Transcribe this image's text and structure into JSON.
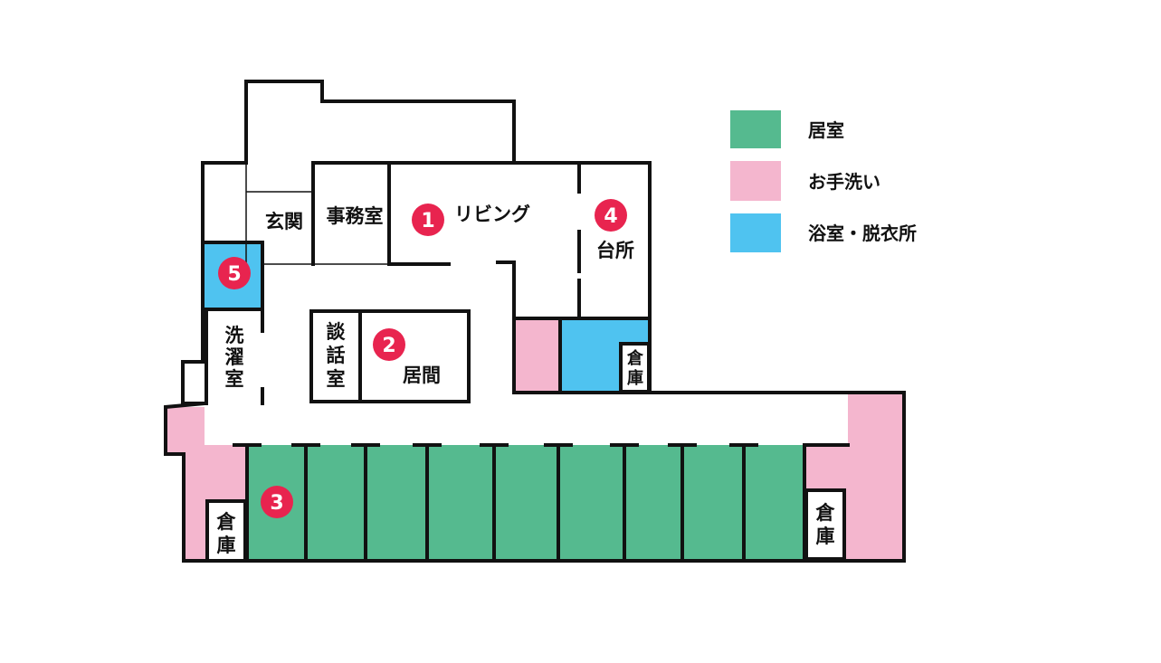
{
  "colors": {
    "living_room": "#55ba8f",
    "toilet": "#f4b6ce",
    "bath": "#4fc3f0",
    "marker": "#e8244f",
    "wall": "#111111"
  },
  "legend": [
    {
      "label": "居室",
      "color": "#55ba8f"
    },
    {
      "label": "お手洗い",
      "color": "#f4b6ce"
    },
    {
      "label": "浴室・脱衣所",
      "color": "#4fc3f0"
    }
  ],
  "rooms": {
    "entrance": "玄関",
    "office": "事務室",
    "living": "リビング",
    "kitchen": "台所",
    "laundry": [
      "洗",
      "濯",
      "室"
    ],
    "talk": [
      "談",
      "話",
      "室"
    ],
    "lounge": "居間",
    "storage": [
      "倉",
      "庫"
    ]
  },
  "markers": [
    "1",
    "2",
    "3",
    "4",
    "5"
  ],
  "bedroom_count": 9
}
